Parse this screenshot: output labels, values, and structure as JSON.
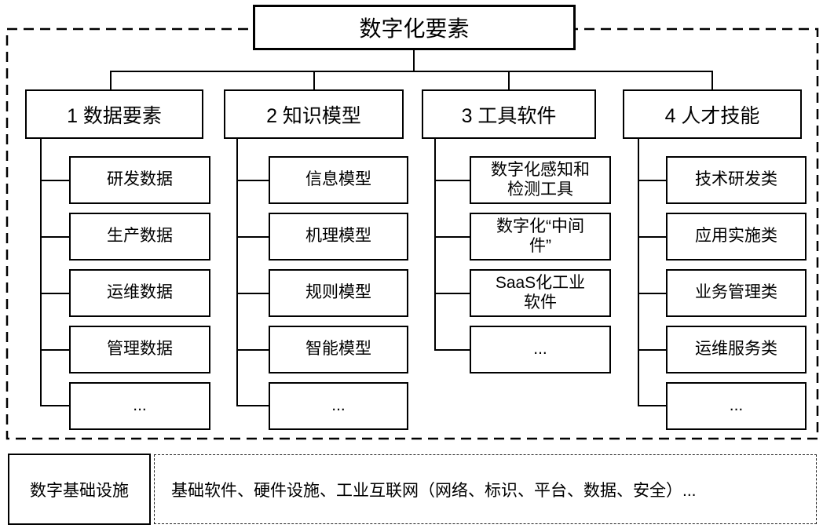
{
  "title": "数字化要素",
  "columns": [
    {
      "header": "1 数据要素",
      "items": [
        "研发数据",
        "生产数据",
        "运维数据",
        "管理数据",
        "..."
      ]
    },
    {
      "header": "2 知识模型",
      "items": [
        "信息模型",
        "机理模型",
        "规则模型",
        "智能模型",
        "..."
      ]
    },
    {
      "header": "3 工具软件",
      "items": [
        "数字化感知和\n检测工具",
        "数字化“中间\n件”",
        "SaaS化工业\n软件",
        "..."
      ]
    },
    {
      "header": "4 人才技能",
      "items": [
        "技术研发类",
        "应用实施类",
        "业务管理类",
        "运维服务类",
        "..."
      ]
    }
  ],
  "infrastructure": {
    "label": "数字基础设施",
    "content": "基础软件、硬件设施、工业互联网（网络、标识、平台、数据、安全）..."
  },
  "colors": {
    "line": "#000000",
    "background": "#ffffff",
    "text": "#000000"
  }
}
